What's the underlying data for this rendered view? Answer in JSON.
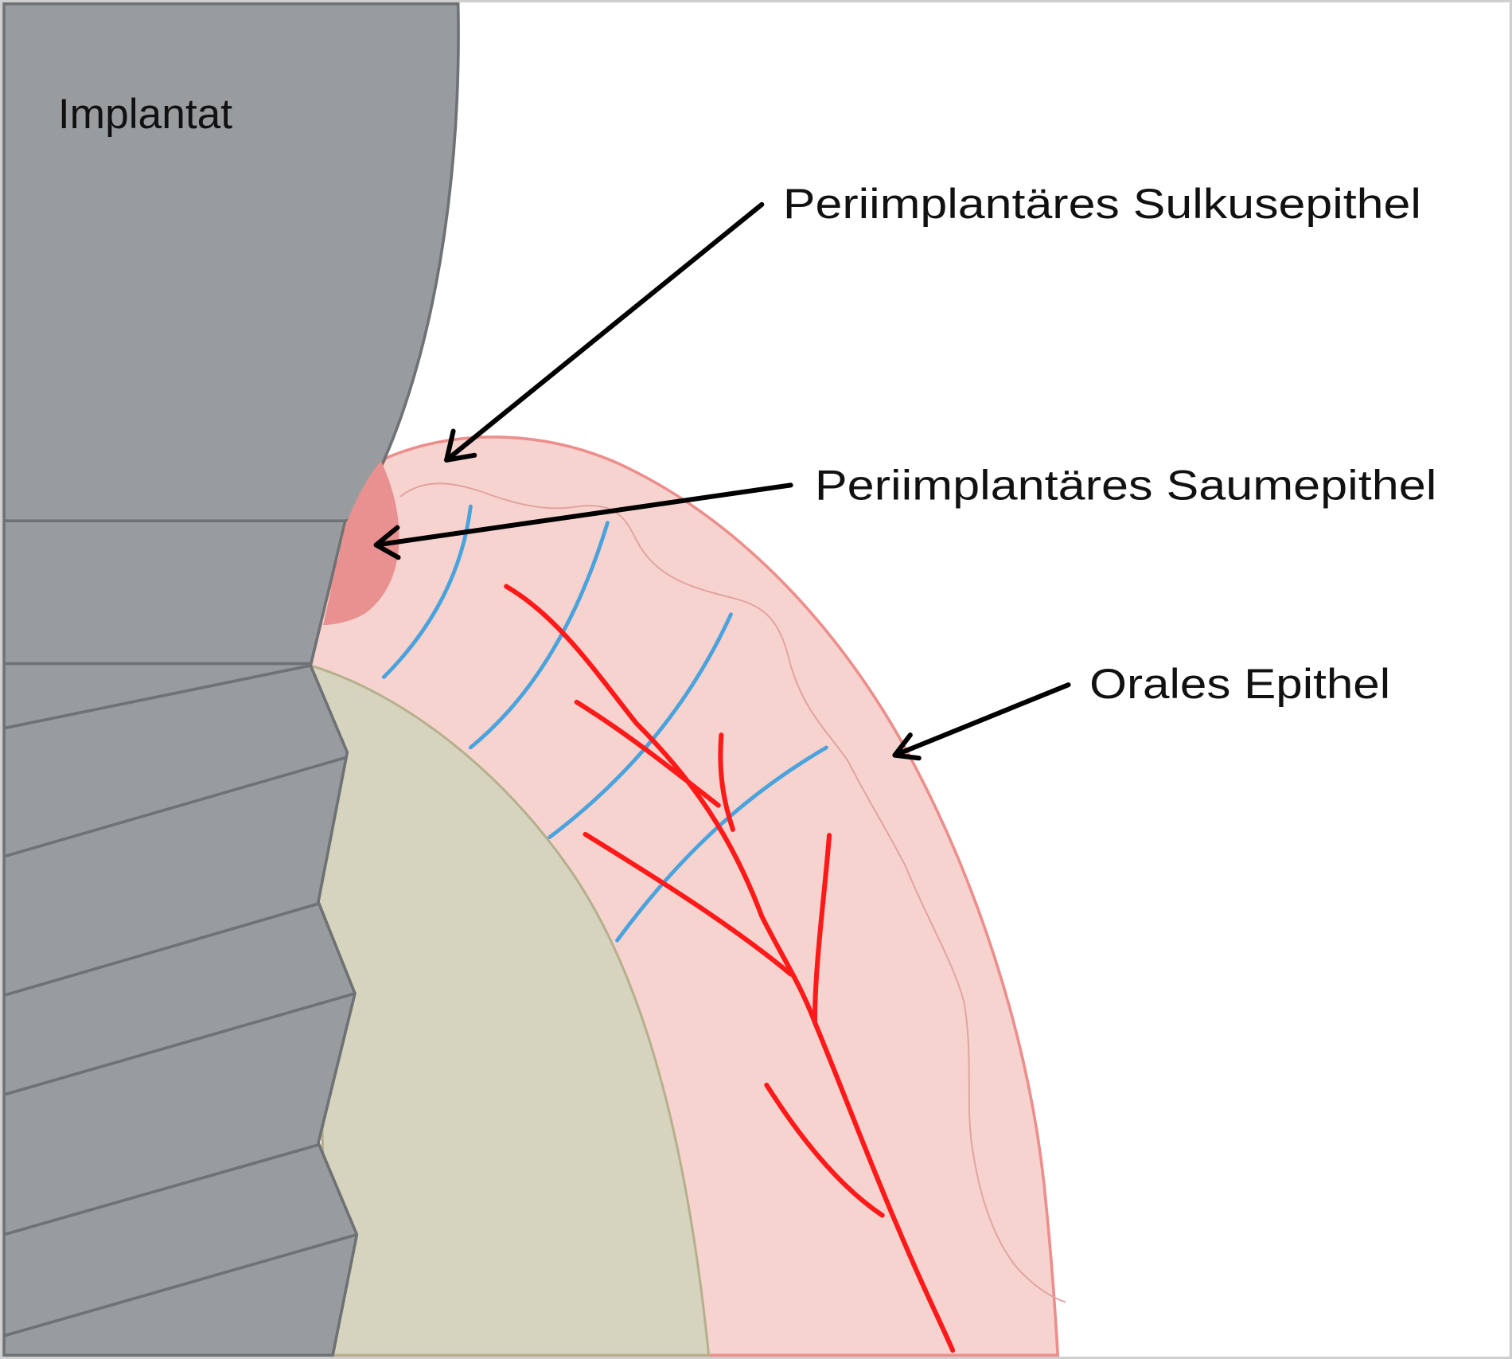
{
  "diagram": {
    "title": "Peri-implant soft tissue",
    "labels": {
      "implant": "Implantat",
      "sulcus_epithelium": "Periimplantäres Sulkusepithel",
      "junctional_epithelium": "Periimplantäres Saumepithel",
      "oral_epithelium": "Orales Epithel"
    },
    "colors": {
      "implant": "#999c9e",
      "implant_outline": "#6e7275",
      "bone": "#d6d4bf",
      "bone_outline": "#b5b08c",
      "gingiva": "#f7d3d0",
      "gingiva_outline": "#ec8f8c",
      "junctional": "#e89190",
      "collagen_fibers": "#4aa3dc",
      "vessels": "#ff1a1a",
      "arrow": "#000000",
      "frame": "#d0d0d0"
    }
  }
}
